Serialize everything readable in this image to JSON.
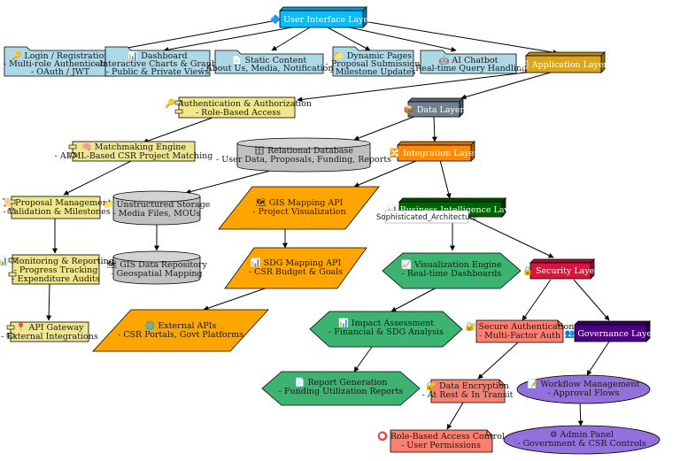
{
  "colors": {
    "ui_layer": "#00bfff",
    "ui_tab": "#add8e6",
    "app_layer": "#daa520",
    "app_note": "#f0e68c",
    "db": "#c0c0c0",
    "data_layer": "#708090",
    "integration": "#ff8c00",
    "bi": "#006400",
    "api": "#ffa500",
    "viz": "#3cb371",
    "security": "#dc143c",
    "sec_note": "#fa8072",
    "governance": "#4b0082",
    "gov_node": "#9370db"
  },
  "floating_label": "Sophisticated_Architecture",
  "nodes": {
    "ui": {
      "l1": "🔷 User Interface Layer"
    },
    "login": {
      "l1": "🔑 Login / Registration",
      "l2": "- Multi-role Authentication",
      "l3": "- OAuth / JWT"
    },
    "dashboard": {
      "l1": "📊 Dashboard",
      "l2": "- Interactive Charts & Graphs",
      "l3": "- Public & Private Views"
    },
    "static": {
      "l1": "📄 Static Content",
      "l2": "- About Us, Media, Notifications"
    },
    "dynamic": {
      "l1": "📁 Dynamic Pages",
      "l2": "- Proposal Submission",
      "l3": "- Milestone Updates"
    },
    "chatbot": {
      "l1": "🤖 AI Chatbot",
      "l2": "- Real-time Query Handling"
    },
    "app": {
      "l1": "🗄 Application Layer"
    },
    "auth": {
      "l1": "🔑 Authentication & Authorization",
      "l2": "- Role-Based Access"
    },
    "data": {
      "l1": "📦 Data Layer"
    },
    "match": {
      "l1": "🧠 Matchmaking Engine",
      "l2": "- AI/ML-Based CSR Project Matching"
    },
    "reldb": {
      "l1": "🗄 Relational Database",
      "l2": "- User Data, Proposals, Funding, Reports"
    },
    "integ": {
      "l1": "🔀 Integration Layer"
    },
    "proposal": {
      "l1": "📜 Proposal Management",
      "l2": "- Validation & Milestones"
    },
    "unstruct": {
      "l1": "📁 Unstructured Storage",
      "l2": "- Media Files, MOUs"
    },
    "gis_api": {
      "l1": "🗺 GIS Mapping API",
      "l2": "- Project Visualization"
    },
    "bi": {
      "l1": "📊 Business Intelligence Layer"
    },
    "monitor": {
      "l1": "📊 Monitoring & Reporting",
      "l2": "- Progress Tracking",
      "l3": "- Expenditure Audits"
    },
    "gis_repo": {
      "l1": "🗺 GIS Data Repository",
      "l2": "- Geospatial Mapping"
    },
    "sdg_api": {
      "l1": "📊 SDG Mapping API",
      "l2": "- CSR Budget & Goals"
    },
    "viz": {
      "l1": "📈 Visualization Engine",
      "l2": "- Real-time Dashboards"
    },
    "security": {
      "l1": "🔒 Security Layer"
    },
    "gateway": {
      "l1": "📍 API Gateway",
      "l2": "- External Integrations"
    },
    "ext_api": {
      "l1": "🌐 External APIs",
      "l2": "- CSR Portals, Govt Platforms"
    },
    "impact": {
      "l1": "📊 Impact Assessment",
      "l2": "- Financial & SDG Analysis"
    },
    "secauth": {
      "l1": "🔐 Secure Authentication",
      "l2": "- Multi-Factor Auth"
    },
    "gov": {
      "l1": "👥 Governance Layer"
    },
    "report": {
      "l1": "📄 Report Generation",
      "l2": "- Funding Utilization Reports"
    },
    "encrypt": {
      "l1": "🔐 Data Encryption",
      "l2": "- At Rest & In Transit"
    },
    "workflow": {
      "l1": "📝 Workflow Management",
      "l2": "- Approval Flows"
    },
    "rbac": {
      "l1": "⭕ Role-Based Access Control",
      "l2": "- User Permissions"
    },
    "admin": {
      "l1": "⚙ Admin Panel",
      "l2": "- Government & CSR Controls"
    }
  }
}
